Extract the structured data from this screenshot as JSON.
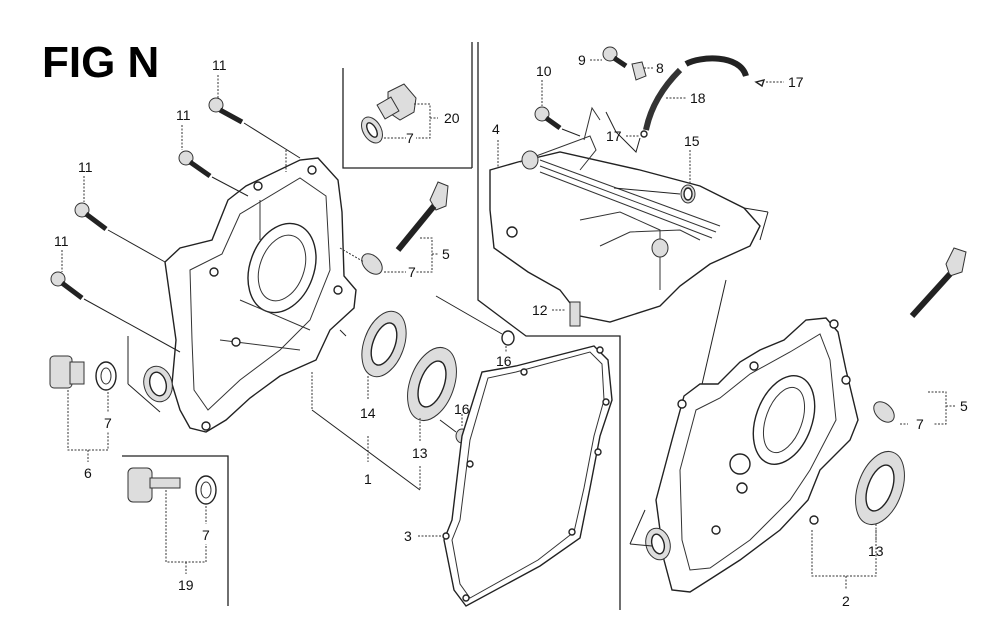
{
  "figure": {
    "title": "FIG N",
    "type": "exploded parts diagram"
  },
  "callouts": [
    {
      "id": "c11a",
      "label": "11",
      "part": "flange bolt"
    },
    {
      "id": "c11b",
      "label": "11",
      "part": "flange bolt"
    },
    {
      "id": "c11c",
      "label": "11",
      "part": "flange bolt"
    },
    {
      "id": "c11d",
      "label": "11",
      "part": "flange bolt"
    },
    {
      "id": "c20",
      "label": "20",
      "part": "drain plug assembly"
    },
    {
      "id": "c7a",
      "label": "7",
      "part": "washer"
    },
    {
      "id": "c5a",
      "label": "5",
      "part": "oil filler cap / dipstick"
    },
    {
      "id": "c7b",
      "label": "7",
      "part": "washer"
    },
    {
      "id": "c14",
      "label": "14",
      "part": "oil seal"
    },
    {
      "id": "c13a",
      "label": "13",
      "part": "ball bearing"
    },
    {
      "id": "c1",
      "label": "1",
      "part": "crankcase cover assembly"
    },
    {
      "id": "c16a",
      "label": "16",
      "part": "dowel pin"
    },
    {
      "id": "c16b",
      "label": "16",
      "part": "dowel pin"
    },
    {
      "id": "c3",
      "label": "3",
      "part": "gasket"
    },
    {
      "id": "c7c",
      "label": "7",
      "part": "washer"
    },
    {
      "id": "c6",
      "label": "6",
      "part": "drain plug"
    },
    {
      "id": "c7d",
      "label": "7",
      "part": "washer"
    },
    {
      "id": "c19",
      "label": "19",
      "part": "drain bolt"
    },
    {
      "id": "c10",
      "label": "10",
      "part": "bolt"
    },
    {
      "id": "c9",
      "label": "9",
      "part": "bolt"
    },
    {
      "id": "c8",
      "label": "8",
      "part": "clip"
    },
    {
      "id": "c17a",
      "label": "17",
      "part": "clip"
    },
    {
      "id": "c18",
      "label": "18",
      "part": "breather tube"
    },
    {
      "id": "c17b",
      "label": "17",
      "part": "clip"
    },
    {
      "id": "c4",
      "label": "4",
      "part": "oil tank"
    },
    {
      "id": "c15",
      "label": "15",
      "part": "o-ring"
    },
    {
      "id": "c12",
      "label": "12",
      "part": "drain bolt"
    },
    {
      "id": "c5b",
      "label": "5",
      "part": "oil filler cap / dipstick"
    },
    {
      "id": "c7e",
      "label": "7",
      "part": "washer"
    },
    {
      "id": "c13b",
      "label": "13",
      "part": "ball bearing"
    },
    {
      "id": "c2",
      "label": "2",
      "part": "crankcase cover assembly"
    }
  ]
}
